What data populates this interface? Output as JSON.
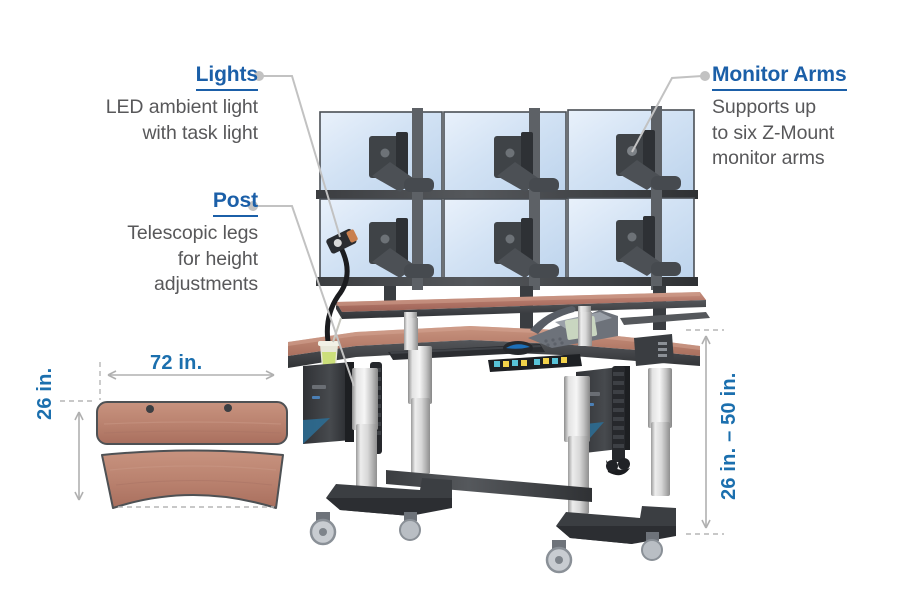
{
  "background_color": "#ffffff",
  "accent_color": "#1b5fa8",
  "dimension_color": "#1b6fae",
  "body_text_color": "#58585a",
  "leader_line_color": "#bcbcbc",
  "callouts": [
    {
      "id": "lights",
      "heading": "Lights",
      "lines": [
        "LED ambient light",
        "with task light"
      ],
      "align": "right"
    },
    {
      "id": "post",
      "heading": "Post",
      "lines": [
        "Telescopic legs",
        "for height",
        "adjustments"
      ],
      "align": "right"
    },
    {
      "id": "monitor-arms",
      "heading": "Monitor Arms",
      "lines": [
        "Supports up",
        "to six Z-Mount",
        "monitor arms"
      ],
      "align": "left"
    }
  ],
  "dimensions": {
    "width_label": "72 in.",
    "depth_label": "26 in.",
    "height_label": "26 in. – 50 in."
  },
  "product": {
    "monitor_grid": {
      "columns": 3,
      "rows": 2,
      "count": 6
    },
    "surfaces": [
      "upper-shelf",
      "lower-worksurface"
    ],
    "accessories": [
      "keyboard",
      "mouse",
      "desk-phone",
      "drink-cup",
      "task-light",
      "cpu-holder-left",
      "cpu-holder-right",
      "cable-spine",
      "power-strip"
    ],
    "legs": {
      "type": "telescopic",
      "count": 4
    },
    "casters": 4,
    "worksurface_color": "#b9806d"
  }
}
